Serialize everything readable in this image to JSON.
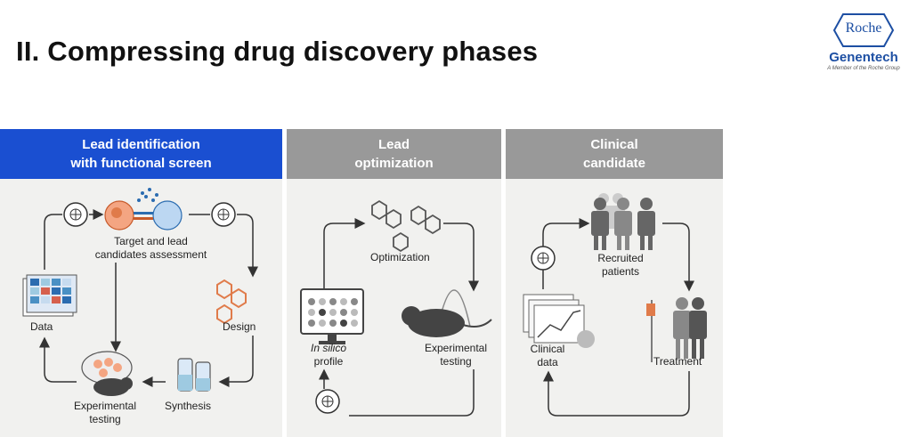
{
  "title": "II. Compressing drug discovery phases",
  "logo": {
    "roche": "Roche",
    "genentech": "Genentech",
    "tagline": "A Member of the Roche Group",
    "color": "#1d4fa3"
  },
  "panels": [
    {
      "header_lines": [
        "Lead identification",
        "with functional screen"
      ],
      "header_color": "#1a4fd1",
      "labels": {
        "target": [
          "Target and lead",
          "candidates assessment"
        ],
        "data": "Data",
        "design": "Design",
        "synthesis": "Synthesis",
        "testing": [
          "Experimental",
          "testing"
        ]
      }
    },
    {
      "header_lines": [
        "Lead",
        "optimization"
      ],
      "header_color": "#999999",
      "labels": {
        "optimization": "Optimization",
        "insilico": [
          "In silico",
          "profile"
        ],
        "testing": [
          "Experimental",
          "testing"
        ]
      }
    },
    {
      "header_lines": [
        "Clinical",
        "candidate"
      ],
      "header_color": "#999999",
      "labels": {
        "patients": [
          "Recruited",
          "patients"
        ],
        "clinical": [
          "Clinical",
          "data"
        ],
        "treatment": "Treatment"
      }
    }
  ]
}
